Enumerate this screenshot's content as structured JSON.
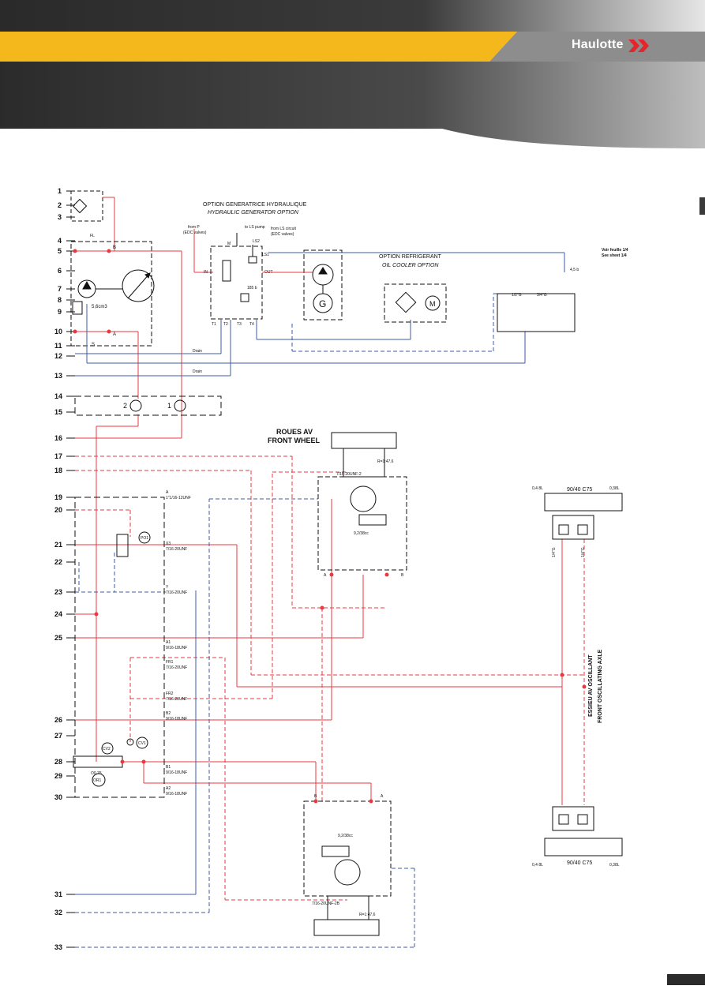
{
  "brand": {
    "logo_text": "Haulotte",
    "accent_color": "#f5b81c",
    "logo_chevron_color": "#e3262b"
  },
  "line_numbers": [
    "1",
    "2",
    "3",
    "4",
    "5",
    "6",
    "7",
    "8",
    "9",
    "10",
    "11",
    "12",
    "13",
    "14",
    "15",
    "16",
    "17",
    "18",
    "19",
    "20",
    "21",
    "22",
    "23",
    "24",
    "25",
    "26",
    "27",
    "28",
    "29",
    "30",
    "31",
    "32",
    "33"
  ],
  "generator_option": {
    "title_fr": "OPTION GENERATRICE HYDRAULIQUE",
    "title_en": "HYDRAULIC GENERATOR OPTION",
    "from_p": "from P",
    "edc_valves": "(EDC valves)",
    "to_ls_pump": "to LS pump",
    "ls2": "LS2",
    "from_ls_circuit": "from LS circuit",
    "edc_valves_2": "(EDC valves)",
    "m_label": "M",
    "ls1": "LS1",
    "in_label": "IN",
    "out_label": "OUT",
    "pressure": "185 b",
    "t1": "T1",
    "t2": "T2",
    "t3": "T3",
    "t4": "T4",
    "generator_letter": "G"
  },
  "cooler_option": {
    "title_fr": "OPTION REFRIGERANT",
    "title_en": "OIL COOLER OPTION",
    "motor_letter": "M"
  },
  "sheet_ref": {
    "fr": "Voir feuille 1/4",
    "en": "See sheet 1/4",
    "check_pressure": "4,5 b"
  },
  "tank": {
    "port1": "1/2\"G",
    "port2": "3/4\"G"
  },
  "pump": {
    "displacement": "5,6cm3",
    "port_b": "B",
    "port_a": "A",
    "port_s": "S",
    "port_fl": "FL"
  },
  "drain_labels": [
    "Drain",
    "Drain"
  ],
  "motors_15": {
    "left": "2",
    "right": "1"
  },
  "front_wheel": {
    "title_fr": "ROUES AV",
    "title_en": "FRONT WHEEL",
    "ratio": "R=1:47,6",
    "port": "7/16-20UNF-2",
    "disp": "9,2/38cc",
    "port_a": "A",
    "port_b": "B"
  },
  "rear_wheel": {
    "disp": "9,2/38cc",
    "ratio": "R=1:47,6",
    "port": "7/16-20UNF-2B",
    "port_a": "A",
    "port_b": "B"
  },
  "valve_block": {
    "ports": [
      {
        "name": "A",
        "thread": "1\"1/16-12UNF"
      },
      {
        "name": "X3",
        "thread": "7/16-20UNF"
      },
      {
        "name": "Y",
        "thread": "7/16-20UNF"
      },
      {
        "name": "A1",
        "thread": "9/16-18UNF"
      },
      {
        "name": "FR1",
        "thread": "7/16-20UNF"
      },
      {
        "name": "FR2",
        "thread": "7/16-20UNF"
      },
      {
        "name": "B2",
        "thread": "9/16-18UNF"
      },
      {
        "name": "B1",
        "thread": "9/16-18UNF"
      },
      {
        "name": "A2",
        "thread": "9/16-18UNF"
      }
    ],
    "po1": "PO1",
    "cv1": "CV1",
    "cv2": "CV2",
    "orifice": "O0,75",
    "or1": "OR1"
  },
  "axle": {
    "title_fr": "ESSIEU AV OSCILLANT",
    "title_en": "FRONT OSCILLATING AXLE",
    "cylinder": "90/40 C75",
    "vol_left": "0,4 8L",
    "vol_right": "0,38L",
    "thread": "1/4\"G"
  },
  "colors": {
    "pressure": "#e8393f",
    "return": "#3f5ba9",
    "black": "#111111"
  }
}
